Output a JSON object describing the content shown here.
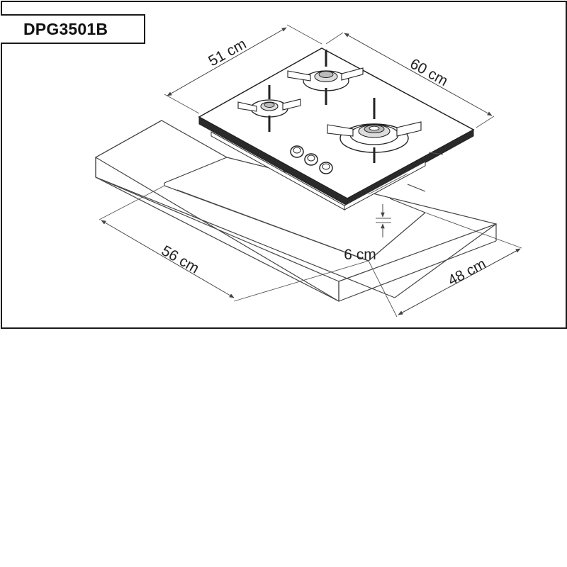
{
  "model": "DPG3501B",
  "dimensions": {
    "hob_depth": "51 cm",
    "hob_width": "60 cm",
    "cutout_width": "56 cm",
    "cutout_depth": "48 cm",
    "worktop_thickness": "6 cm"
  }
}
